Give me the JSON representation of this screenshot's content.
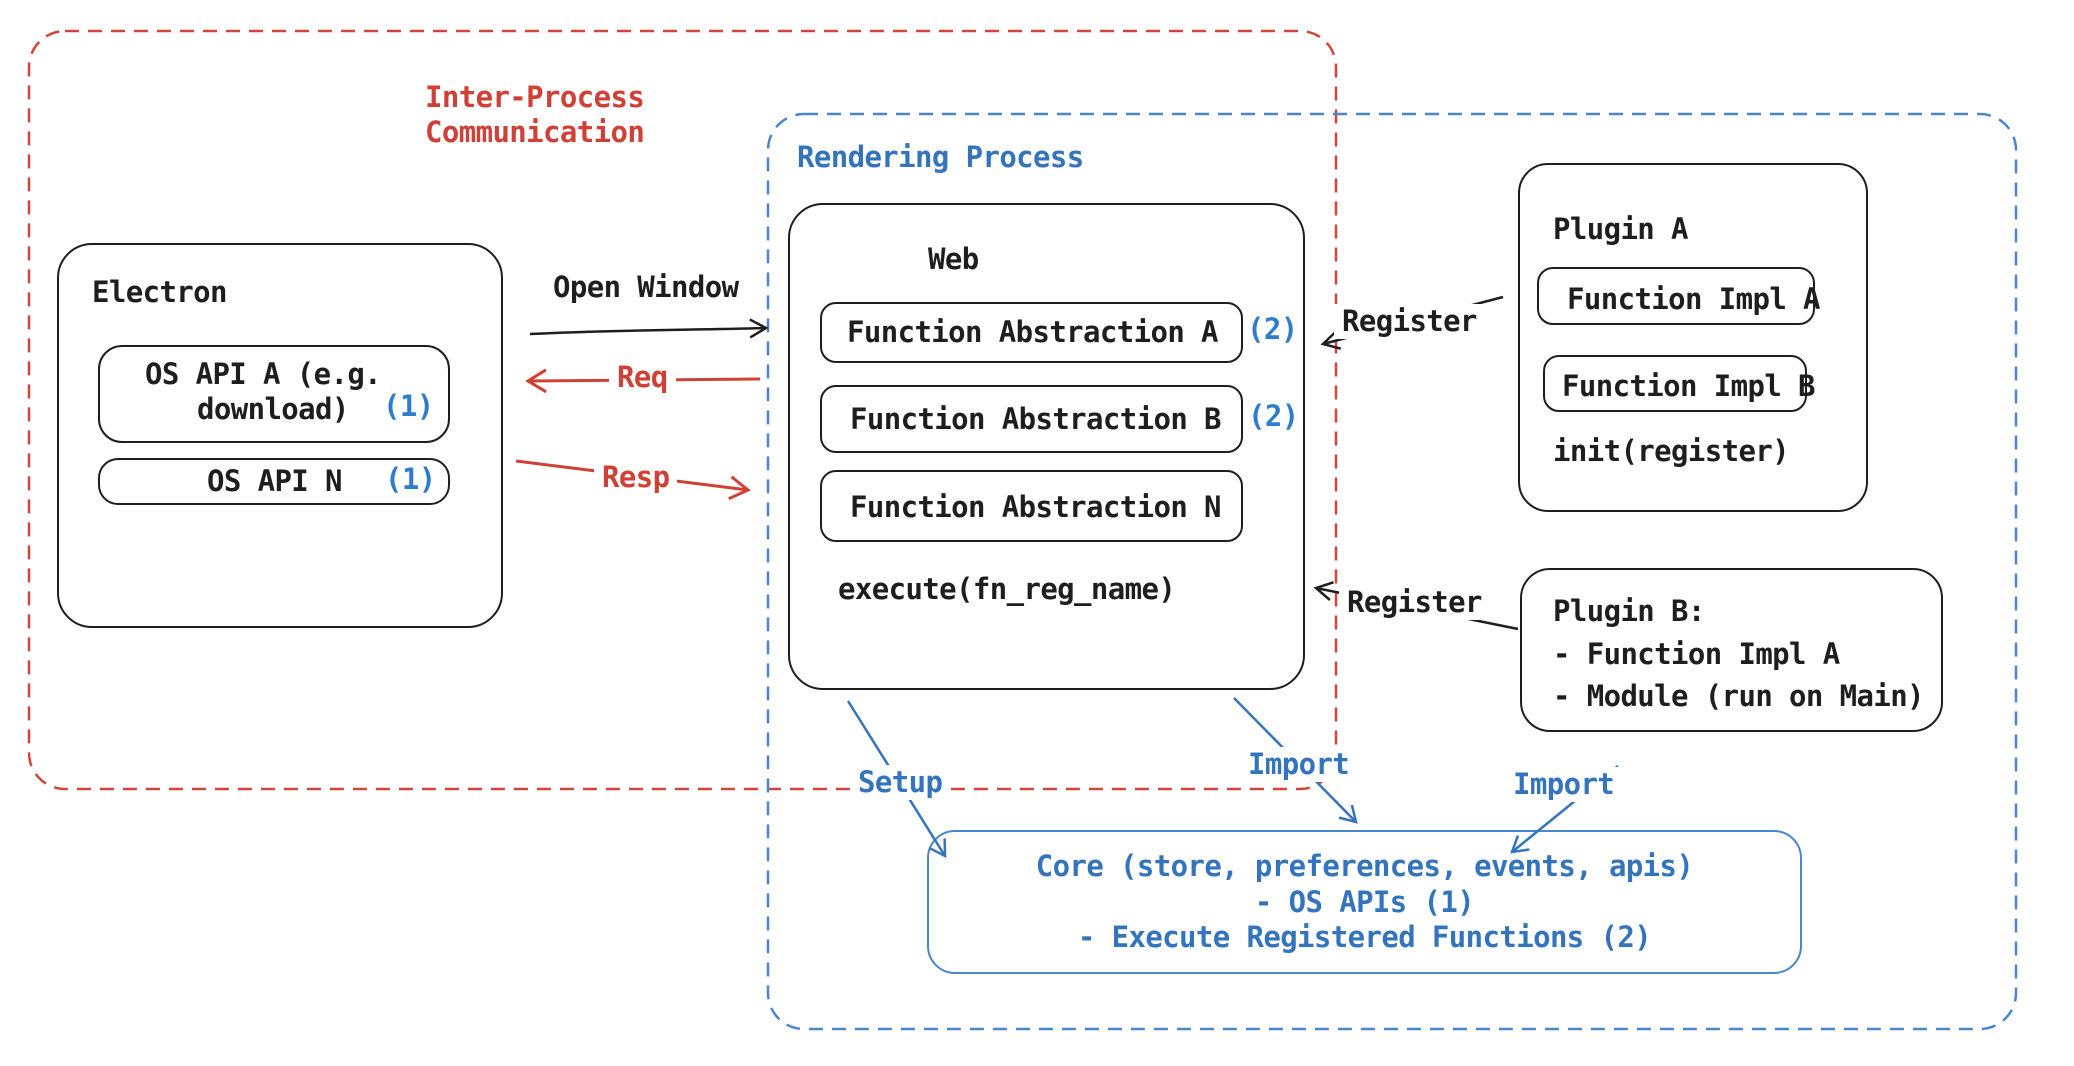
{
  "ipc_boundary": {
    "label_line1": "Inter-Process",
    "label_line2": "Communication"
  },
  "rendering_boundary": {
    "label": "Rendering Process"
  },
  "electron": {
    "title": "Electron",
    "os_api_a_line1": "OS API A (e.g.",
    "os_api_a_line2": "download)",
    "os_api_a_ref": "(1)",
    "os_api_n": "OS API N",
    "os_api_n_ref": "(1)"
  },
  "web": {
    "title": "Web",
    "fn_abstraction_a": "Function Abstraction A",
    "fn_abstraction_a_ref": "(2)",
    "fn_abstraction_b": "Function Abstraction B",
    "fn_abstraction_b_ref": "(2)",
    "fn_abstraction_n": "Function Abstraction N",
    "execute": "execute(fn_reg_name)"
  },
  "plugin_a": {
    "title": "Plugin A",
    "fn_impl_a": "Function Impl A",
    "fn_impl_b": "Function Impl B",
    "init": "init(register)"
  },
  "plugin_b": {
    "line1": "Plugin B:",
    "line2": "- Function Impl A",
    "line3": "- Module (run on Main)"
  },
  "core": {
    "line1": "Core (store, preferences, events, apis)",
    "line2": "- OS APIs (1)",
    "line3": "- Execute Registered Functions (2)"
  },
  "arrows": {
    "open_window": "Open Window",
    "req": "Req",
    "resp": "Resp",
    "register_plugin_a": "Register",
    "register_plugin_b": "Register",
    "setup": "Setup",
    "import_web": "Import",
    "import_plugin_b": "Import"
  },
  "colors": {
    "black": "#1e1e1e",
    "red": "#cf4036",
    "blue": "#3474bd",
    "blue_border": "#4a86ce",
    "accent_blue": "#2e7ccc"
  }
}
